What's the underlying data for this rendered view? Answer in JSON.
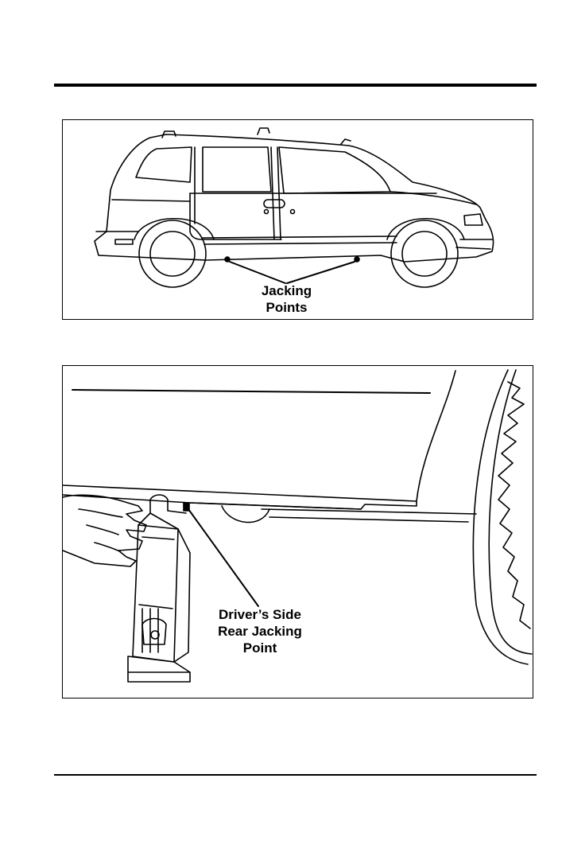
{
  "figure_van": {
    "callout_lines": [
      "Jacking",
      "Points"
    ]
  },
  "figure_jack": {
    "callout_lines": [
      "Driver’s Side",
      "Rear Jacking",
      "Point"
    ]
  }
}
